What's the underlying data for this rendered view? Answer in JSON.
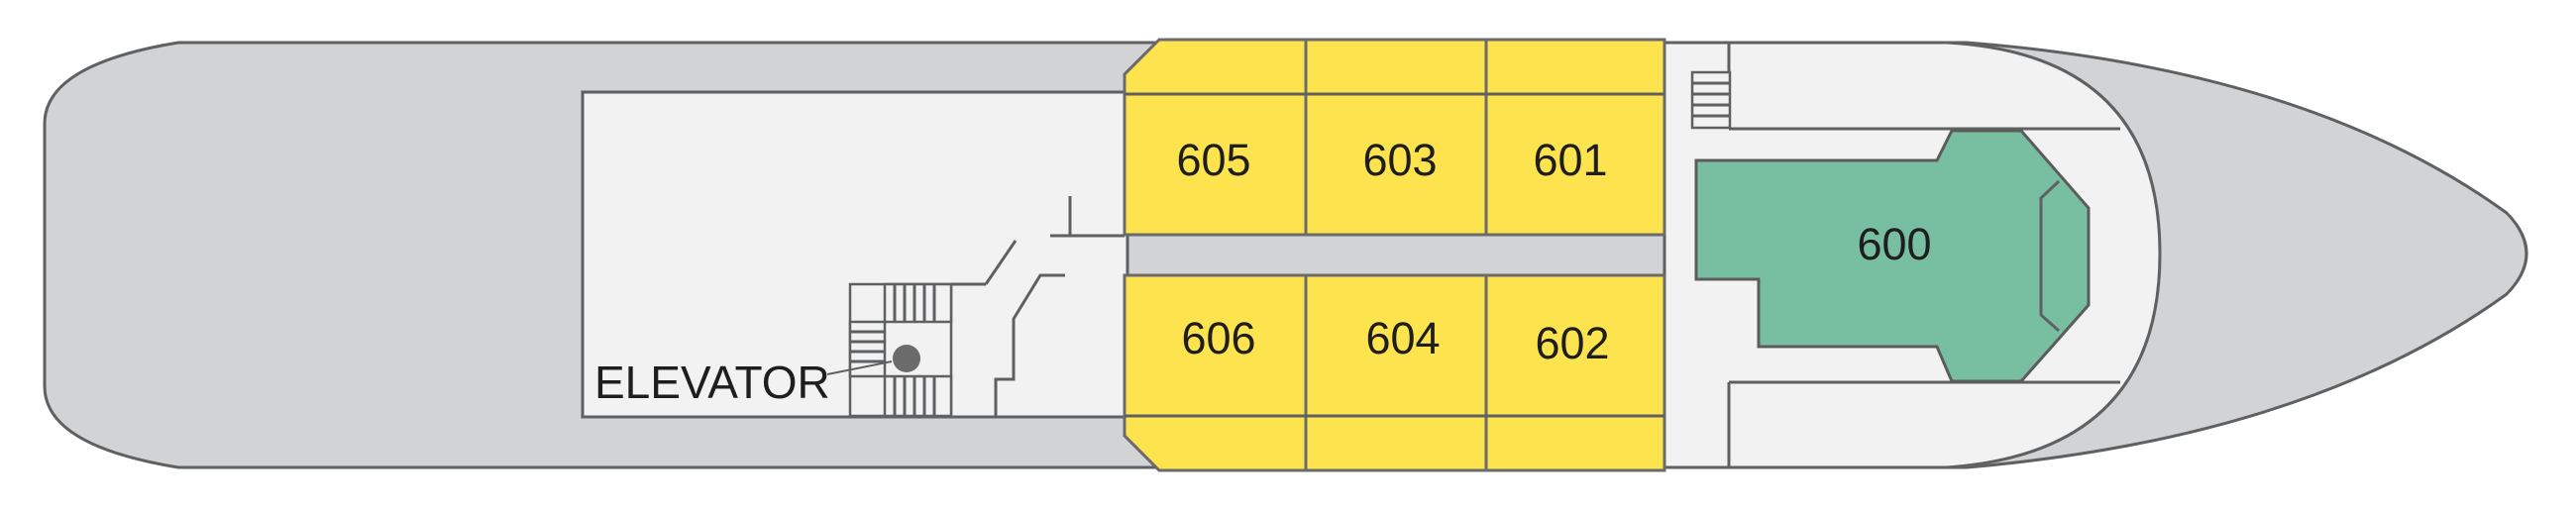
{
  "deck": {
    "cabins": [
      {
        "id": "cabin-605",
        "number": "605"
      },
      {
        "id": "cabin-603",
        "number": "603"
      },
      {
        "id": "cabin-601",
        "number": "601"
      },
      {
        "id": "cabin-606",
        "number": "606"
      },
      {
        "id": "cabin-604",
        "number": "604"
      },
      {
        "id": "cabin-602",
        "number": "602"
      },
      {
        "id": "suite-600",
        "number": "600"
      }
    ],
    "elevator_label": "ELEVATOR"
  },
  "colors": {
    "hull": "#d2d3d5",
    "interior": "#f2f2f2",
    "cabin": "#fde44f",
    "suite": "#78bfa1",
    "outline": "#5f6062"
  }
}
